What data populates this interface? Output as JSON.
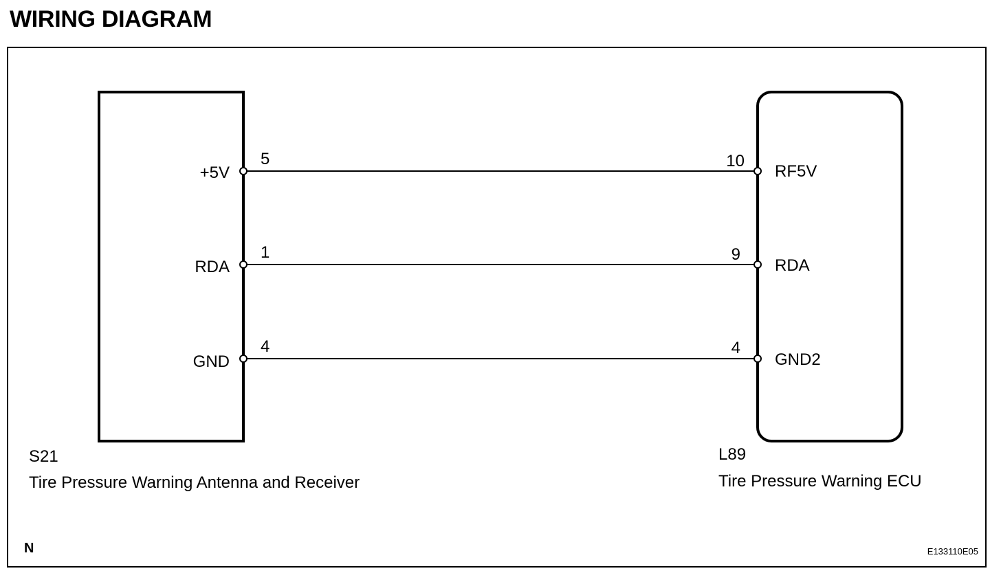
{
  "title": "WIRING DIAGRAM",
  "left_component": {
    "code": "S21",
    "name": "Tire Pressure Warning Antenna and Receiver",
    "pins": [
      {
        "label": "+5V",
        "number": "5"
      },
      {
        "label": "RDA",
        "number": "1"
      },
      {
        "label": "GND",
        "number": "4"
      }
    ]
  },
  "right_component": {
    "code": "L89",
    "name": "Tire Pressure Warning ECU",
    "pins": [
      {
        "label": "RF5V",
        "number": "10"
      },
      {
        "label": "RDA",
        "number": "9"
      },
      {
        "label": "GND2",
        "number": "4"
      }
    ]
  },
  "corner_mark": "N",
  "figure_id": "E133110E05"
}
